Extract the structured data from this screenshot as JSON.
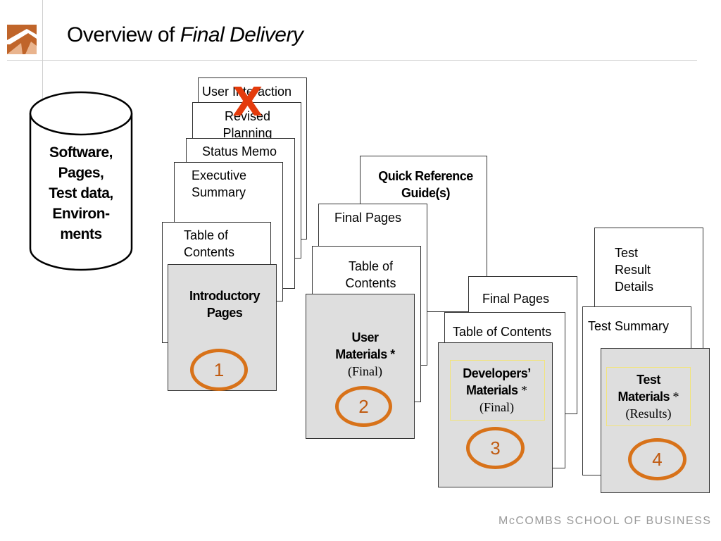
{
  "header": {
    "title_plain": "Overview of ",
    "title_italic": "Final Delivery"
  },
  "cylinder": {
    "lines": [
      "Software,",
      "Pages,",
      "Test data,",
      "Environ-",
      "ments"
    ]
  },
  "stack1": {
    "user_interaction": "User Interaction",
    "revised_planning_1": "Revised",
    "revised_planning_2": "Planning",
    "status_memo": "Status Memo",
    "executive_1": "Executive",
    "executive_2": "Summary",
    "toc_1": "Table of",
    "toc_2": "Contents",
    "intro_1": "Introductory",
    "intro_2": "Pages",
    "number": "1",
    "strike_mark": "X"
  },
  "stack2": {
    "quick_ref_1": "Quick Reference",
    "quick_ref_2": "Guide(s)",
    "final_pages": "Final Pages",
    "toc_1": "Table of",
    "toc_2": "Contents",
    "main_1": "User",
    "main_2": "Materials *",
    "main_3": "(Final)",
    "number": "2"
  },
  "stack3": {
    "final_pages": "Final Pages",
    "toc": "Table of Contents",
    "main_1": "Developers’",
    "main_2": "Materials",
    "main_2_star": " *",
    "main_3": "(Final)",
    "number": "3"
  },
  "stack4": {
    "details_1": "Test",
    "details_2": "Result",
    "details_3": "Details",
    "summary": "Test Summary",
    "main_1": "Test",
    "main_2": "Materials",
    "main_2_star": " *",
    "main_3": "(Results)",
    "number": "4"
  },
  "footer": {
    "text": "McCOMBS SCHOOL OF BUSINESS"
  },
  "colors": {
    "accent_orange": "#d87219",
    "strike_red": "#e43b0c",
    "shaded_page": "#dedede"
  }
}
